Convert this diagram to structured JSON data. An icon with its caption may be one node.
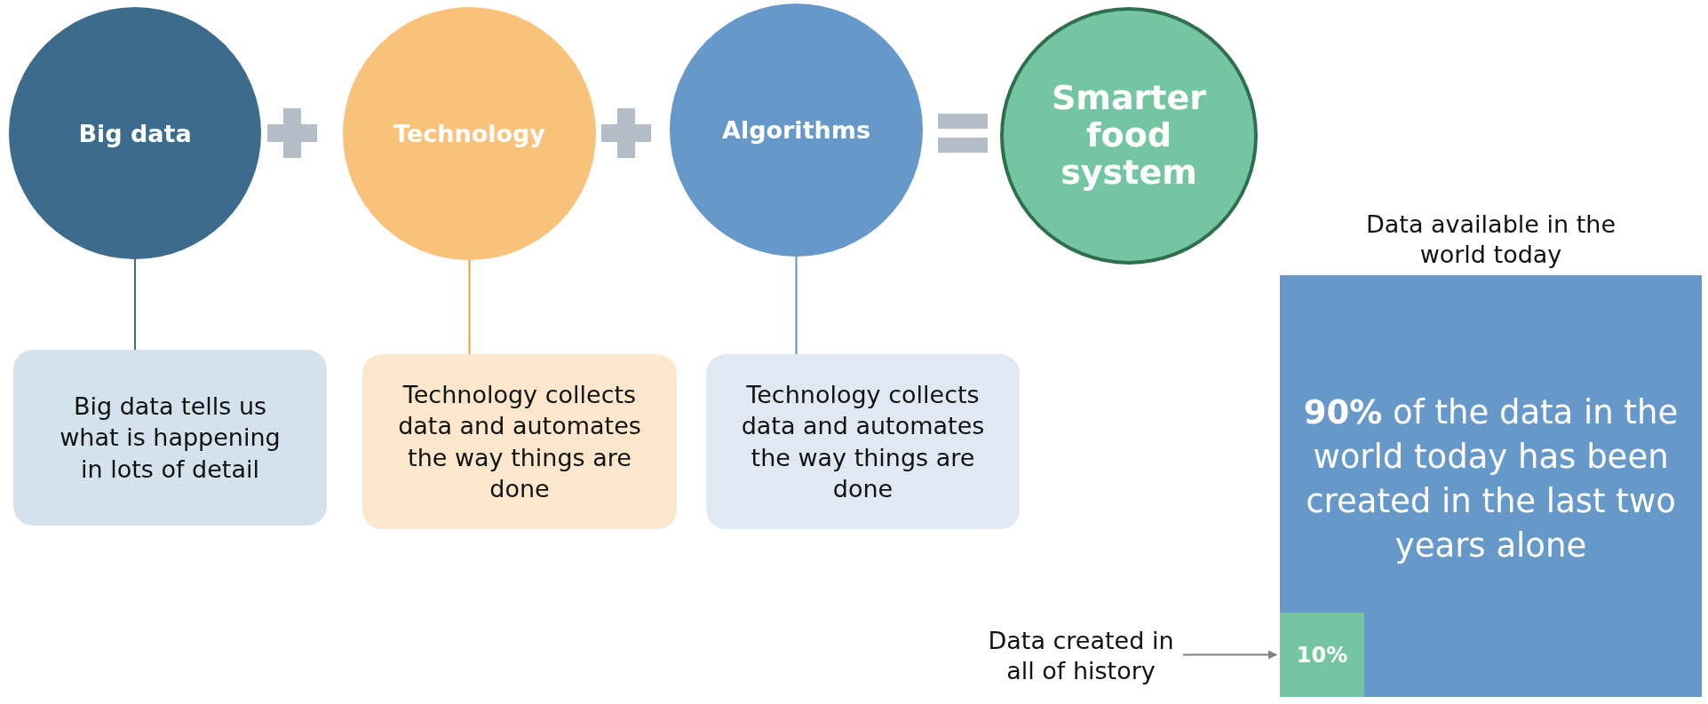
{
  "diagram": {
    "nodes": [
      {
        "text": [
          "Big data"
        ]
      },
      {
        "text": [
          "Technology"
        ]
      },
      {
        "text": [
          "Algorithms"
        ]
      },
      {
        "text": [
          "Smarter food system"
        ]
      },
      {
        "text": [
          "Big data tells us what is happening in lots of detail"
        ]
      },
      {
        "text": [
          "Technology collects data and automates the way things are done"
        ]
      },
      {
        "text": [
          "Technology collects data and automates the way things are done"
        ]
      },
      {
        "text": [
          "Data available in the world today",
          "**90%** of the data in the world today has been created in the last two years alone"
        ]
      },
      {
        "text": [
          "10%"
        ],
        "in": 7
      },
      {
        "text": [
          "Data created in all of history"
        ]
      }
    ],
    "edges": [
      {
        "from": 0,
        "to": 4,
        "arrow": "none",
        "color": "#3d6b8e"
      },
      {
        "from": 1,
        "to": 5,
        "arrow": "none",
        "color": "#f0a030"
      },
      {
        "from": 2,
        "to": 6,
        "arrow": "none",
        "color": "#5b8fc3"
      },
      {
        "from": 9,
        "to": 8,
        "arrow": "to",
        "color": "#808080"
      }
    ]
  }
}
